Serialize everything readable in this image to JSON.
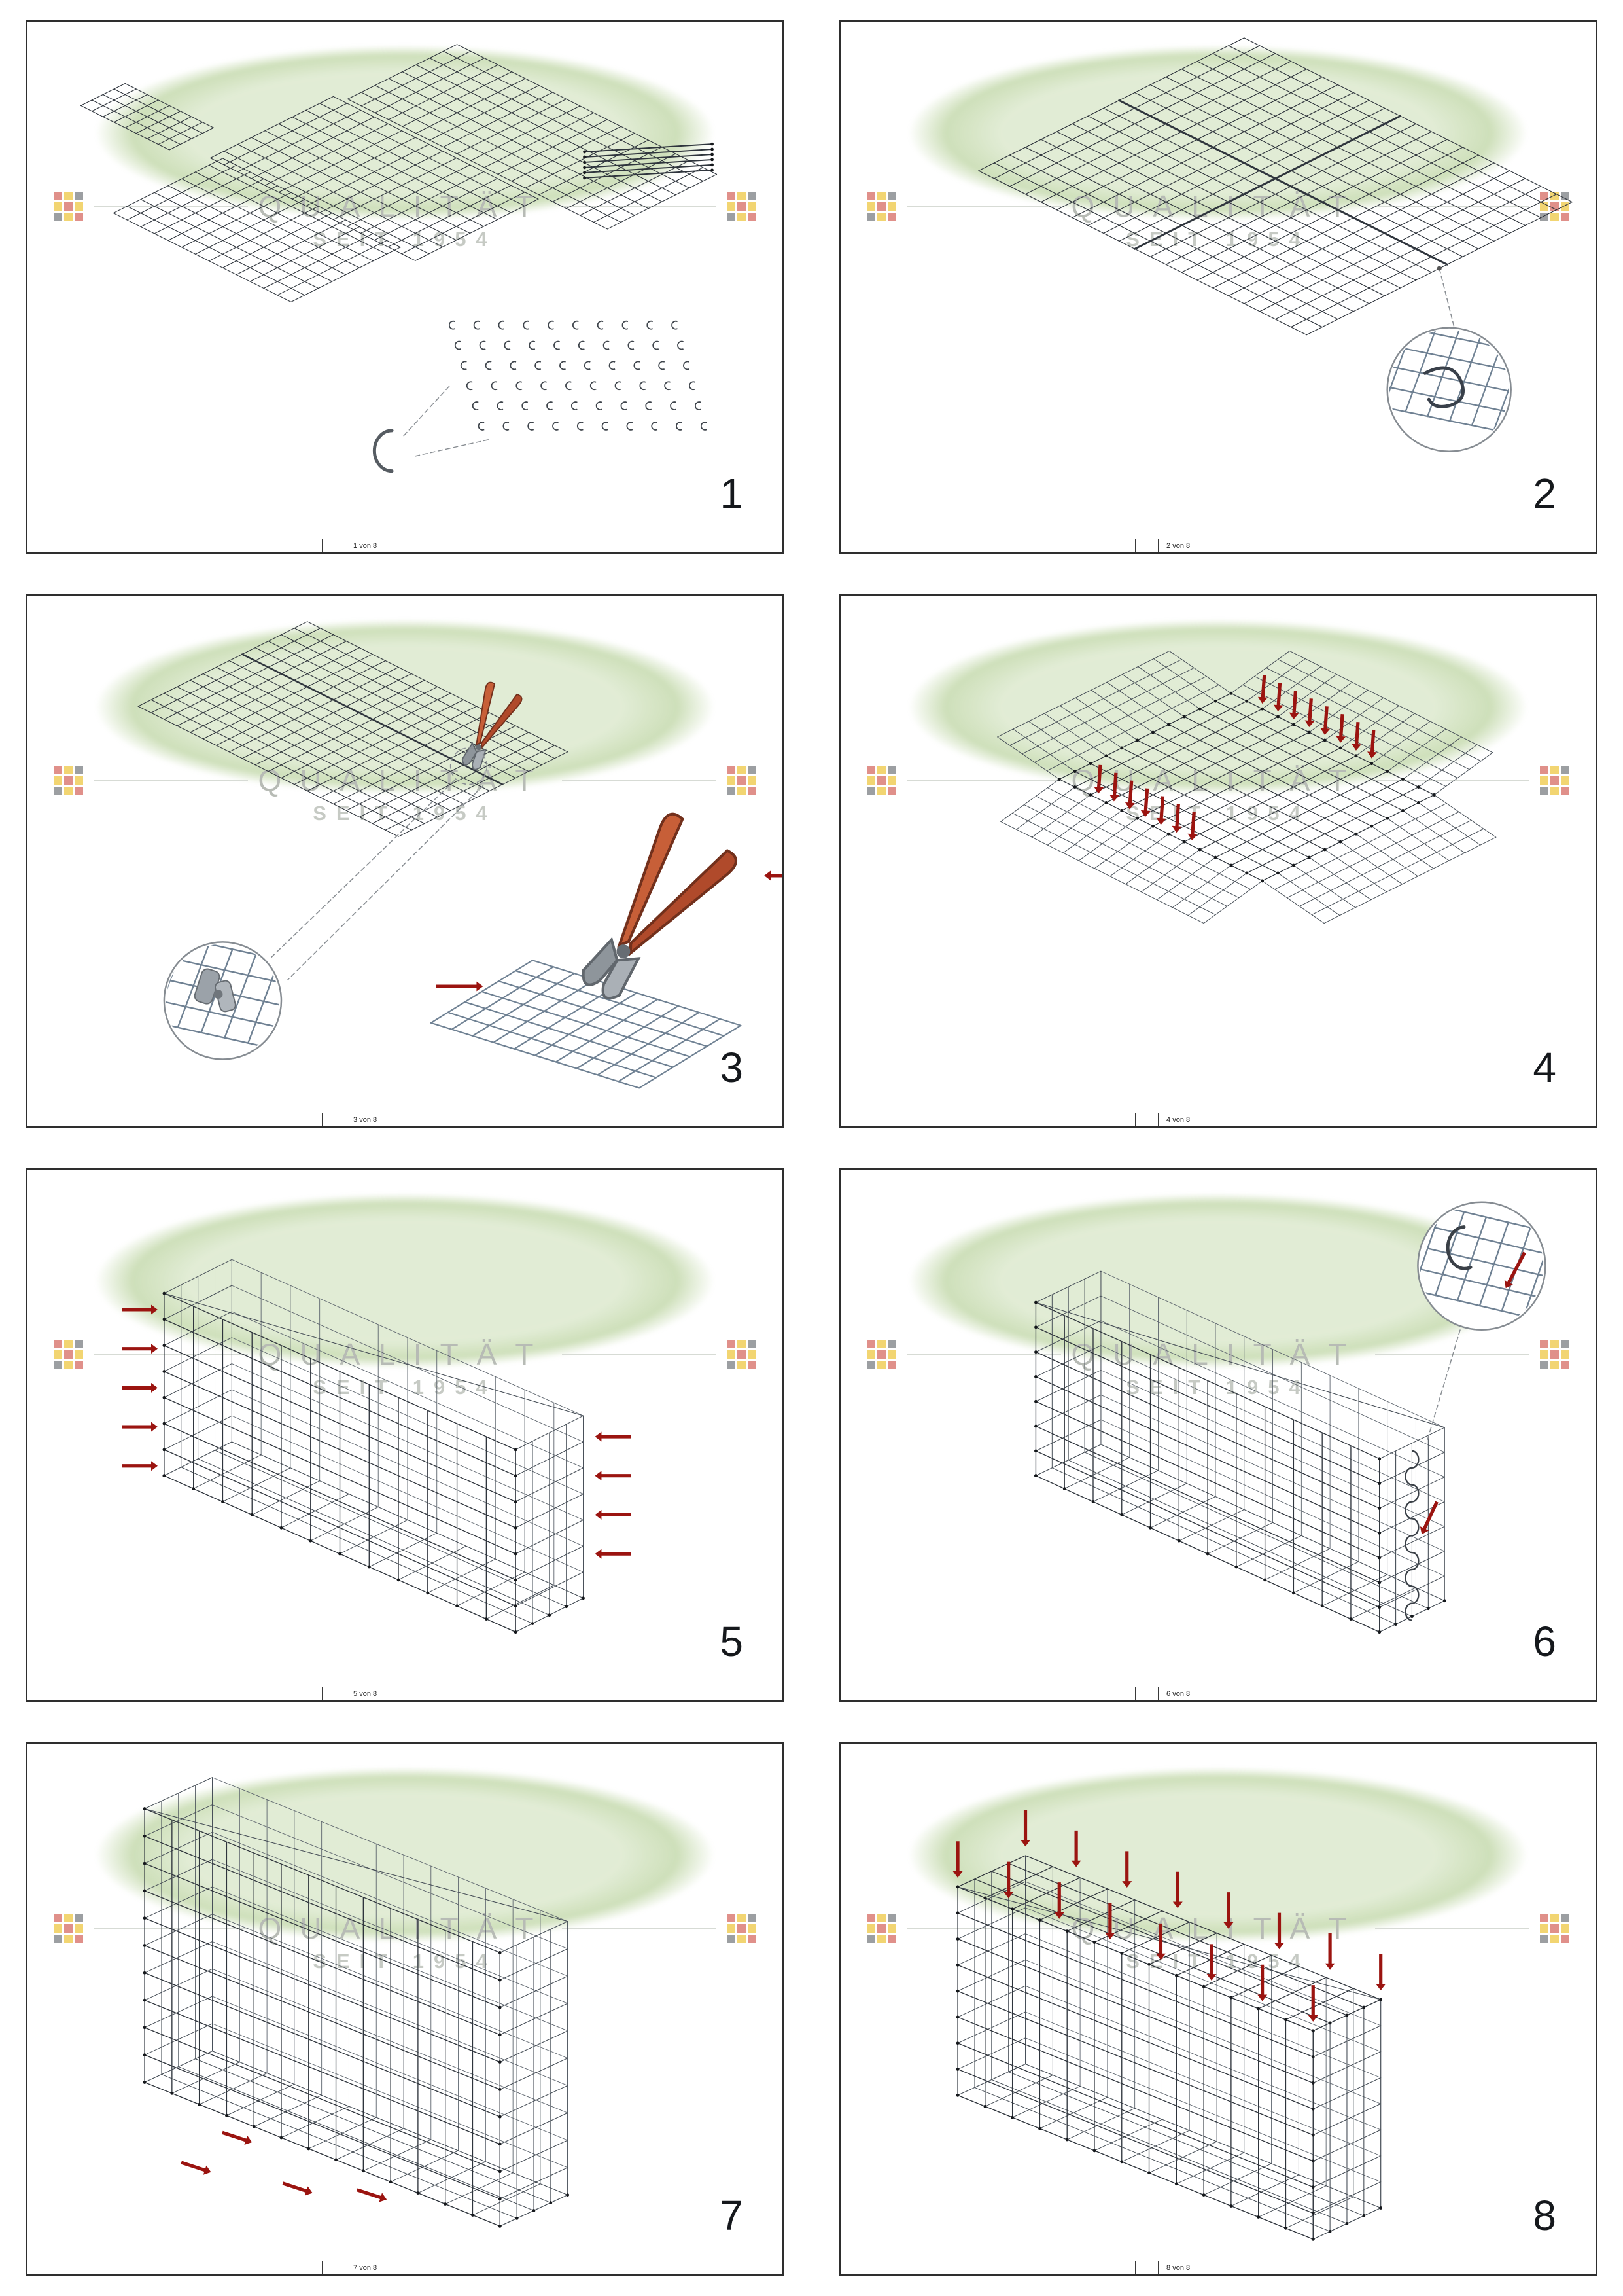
{
  "watermark": {
    "title": "QUALITÄT",
    "subtitle": "SEIT 1954",
    "flag_pattern": "rydyrydyr",
    "flag_colors": {
      "r": "#c8362b",
      "y": "#e8b400",
      "d": "#4d5257"
    }
  },
  "colors": {
    "mesh": "#2f353d",
    "mesh_mid": "#474f58",
    "mesh_back": "#5c646d",
    "mesh_detail": "#6f8193",
    "clip": "#3f454c",
    "clipdot": "#14171b",
    "arrow": "#9b1410",
    "pliers_handle_light": "#c75f38",
    "pliers_handle_dark": "#b04a2b",
    "watermark_green_soft": "rgba(181,208,150,0.40)",
    "watermark_green_strong": "rgba(157,192,117,0.50)"
  },
  "panels": [
    {
      "step": "1",
      "page": "1 von 8",
      "illustration": "parts-overview-mesh-panels-rods-spirals-clip"
    },
    {
      "step": "2",
      "page": "2 von 8",
      "illustration": "joined-mesh-panel-with-clip-detail"
    },
    {
      "step": "3",
      "page": "3 von 8",
      "illustration": "closing-clips-with-pliers"
    },
    {
      "step": "4",
      "page": "4 von 8",
      "illustration": "base-with-unfolded-walls-clip-arrows"
    },
    {
      "step": "5",
      "page": "5 von 8",
      "illustration": "raised-basket-walls-edge-clip-arrows"
    },
    {
      "step": "6",
      "page": "6 von 8",
      "illustration": "basket-spiral-joint-with-detail"
    },
    {
      "step": "7",
      "page": "7 von 8",
      "illustration": "extended-basket-inner-clips"
    },
    {
      "step": "8",
      "page": "8 von 8",
      "illustration": "closing-lid-with-arrows"
    }
  ]
}
